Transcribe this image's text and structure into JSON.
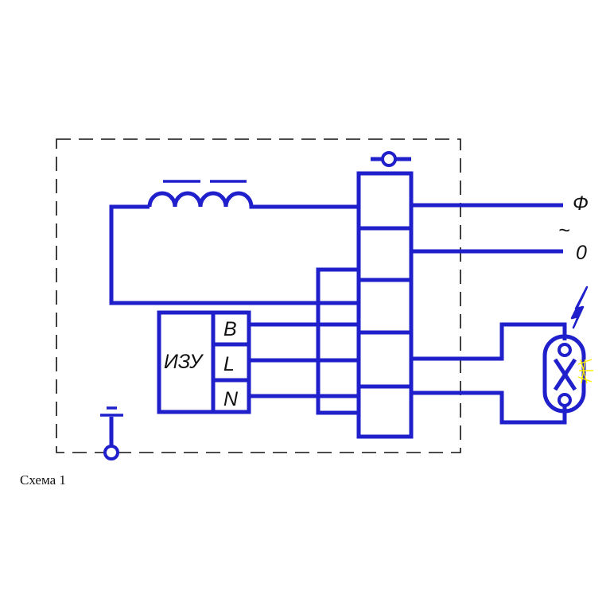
{
  "izu_label": "ИЗУ",
  "izu_terminals": [
    "B",
    "L",
    "N"
  ],
  "supply_labels": {
    "phase": "Ф",
    "ac": "~",
    "neutral": "0"
  },
  "caption": "Схема 1",
  "colors": {
    "wire": "#1f1fcc",
    "frame": "#111111",
    "spark": "#ffee00"
  }
}
